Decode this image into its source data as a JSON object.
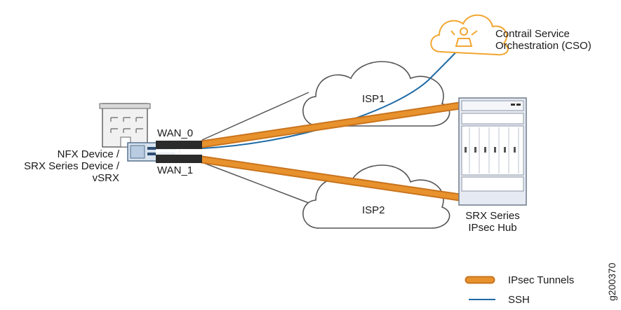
{
  "figure_id": "g200370",
  "nodes": {
    "cso": {
      "line1": "Contrail Service",
      "line2": "Orchestration (CSO)",
      "icon": "cloud-orchestrator-icon"
    },
    "isp1": {
      "label": "ISP1",
      "icon": "cloud-icon"
    },
    "isp2": {
      "label": "ISP2",
      "icon": "cloud-icon"
    },
    "hub": {
      "line1": "SRX Series",
      "line2": "IPsec Hub",
      "icon": "srx-chassis-icon"
    },
    "spoke": {
      "line1": "NFX Device /",
      "line2": "SRX Series Device /",
      "line3": "vSRX",
      "icon": "building-icon"
    },
    "wan0": {
      "label": "WAN_0"
    },
    "wan1": {
      "label": "WAN_1"
    }
  },
  "legend": [
    {
      "label": "IPsec Tunnels",
      "color": "#e8922e"
    },
    {
      "label": "SSH",
      "color": "#1d6aa5"
    }
  ],
  "colors": {
    "tunnel": "#e8922e",
    "tunnel_dark": "#c9741d",
    "ssh": "#1d6aa5",
    "cloud_stroke": "#555555",
    "cso_orange": "#f2a630"
  }
}
